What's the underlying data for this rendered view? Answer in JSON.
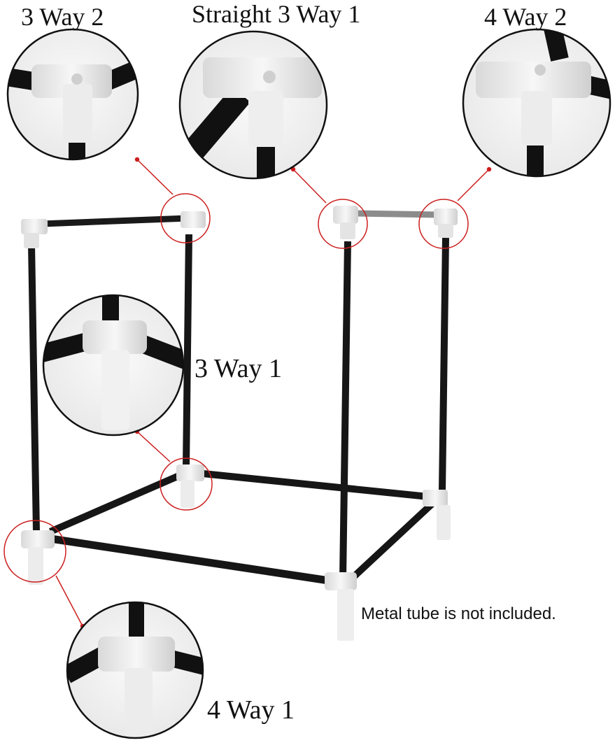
{
  "labels": {
    "three_way_2": "3 Way 2",
    "straight_three_way_1": "Straight 3 Way 1",
    "four_way_2": "4 Way 2",
    "three_way_1": "3 Way 1",
    "four_way_1": "4 Way 1"
  },
  "note": "Metal tube is not included.",
  "colors": {
    "tube": "#141414",
    "connector": "#e8e8e8",
    "callout": "#cc1f1f",
    "background": "#ffffff"
  }
}
